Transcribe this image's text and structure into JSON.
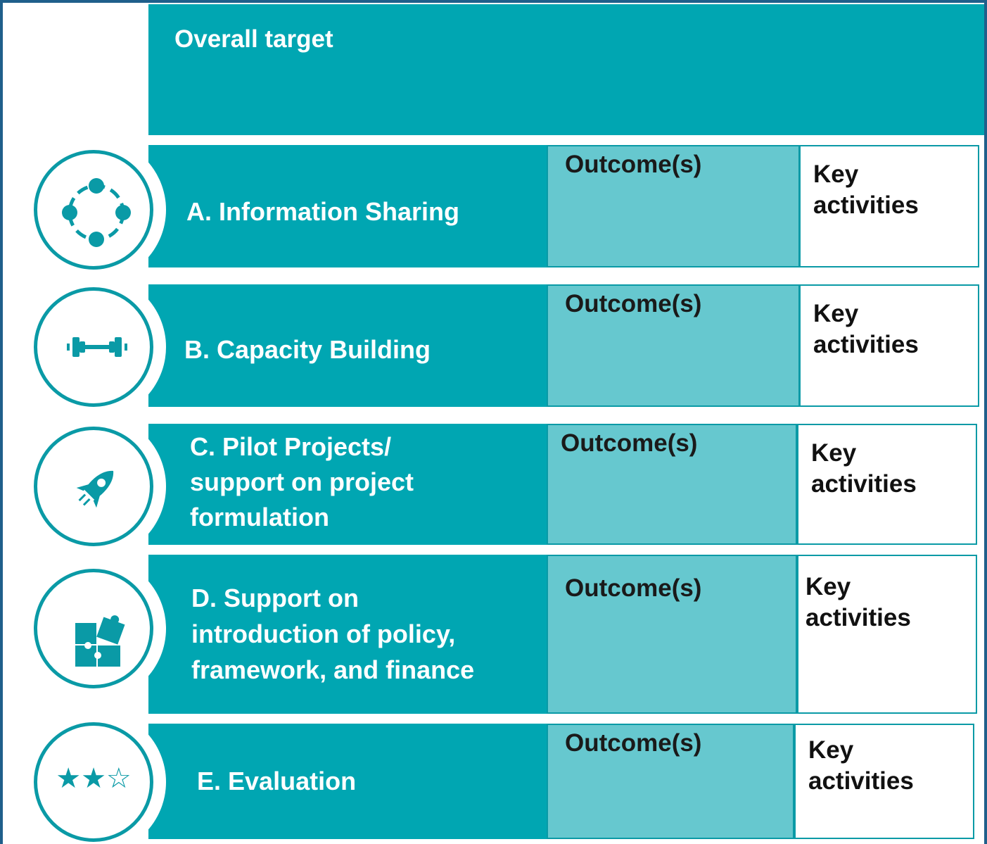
{
  "overall_target": {
    "title": "Overall target"
  },
  "rows": [
    {
      "label": [
        "A. Information Sharing"
      ],
      "icon": "network-cycle-icon",
      "outcome": "Outcome(s)",
      "key_activities": "Key activities"
    },
    {
      "label": [
        "B. Capacity Building"
      ],
      "icon": "dumbbell-icon",
      "outcome": "Outcome(s)",
      "key_activities": "Key activities"
    },
    {
      "label": [
        "C. Pilot Projects/",
        "support on project",
        "formulation"
      ],
      "icon": "rocket-icon",
      "outcome": "Outcome(s)",
      "key_activities": "Key activities"
    },
    {
      "label": [
        "D. Support on",
        "introduction of policy,",
        "framework, and finance"
      ],
      "icon": "puzzle-icon",
      "outcome": "Outcome(s)",
      "key_activities": "Key activities"
    },
    {
      "label": [
        "E. Evaluation"
      ],
      "icon": "stars-rating-icon",
      "stars_text": "★★☆",
      "outcome": "Outcome(s)",
      "key_activities": "Key activities"
    }
  ],
  "colors": {
    "teal": "#00a6b2",
    "light_teal": "#66c8cf",
    "border_teal": "#0a9aa6",
    "frame_blue": "#1f5f8b"
  }
}
